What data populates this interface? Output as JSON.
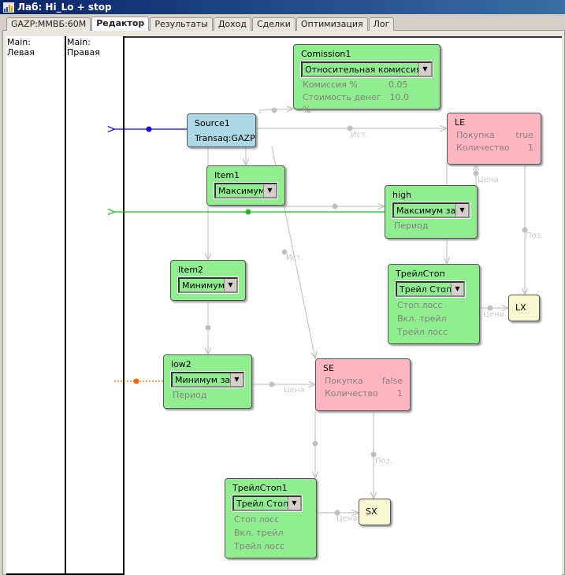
{
  "window": {
    "title": "Лаб: Hi_Lo + stop"
  },
  "tabs": [
    {
      "label": "GAZP:ММВБ:60M"
    },
    {
      "label": "Редактор",
      "active": true
    },
    {
      "label": "Результаты"
    },
    {
      "label": "Доход"
    },
    {
      "label": "Сделки"
    },
    {
      "label": "Оптимизация"
    },
    {
      "label": "Лог"
    }
  ],
  "panels": [
    {
      "line1": "Main:",
      "line2": "Левая"
    },
    {
      "line1": "Main:",
      "line2": "Правая"
    }
  ],
  "colors": {
    "green_node": "#90ee90",
    "source_node": "#add8e6",
    "order_node": "#ffb6c1",
    "exit_node": "#fafad2",
    "wire": "#c8c8c8",
    "blue_wire": "#0000ff",
    "green_wire": "#22bb22",
    "orange_wire": "#ff6600"
  },
  "nodes": {
    "comission": {
      "title": "Comission1",
      "select": "Относительная комиссия",
      "p1": "Комиссия %",
      "v1": "0.05",
      "p2": "Стоимость денег %",
      "v2": "10.0"
    },
    "source": {
      "title": "Source1",
      "sub": "Transaq:GAZP"
    },
    "le": {
      "title": "LE",
      "p1": "Покупка",
      "v1": "true",
      "p2": "Количество",
      "v2": "1"
    },
    "item1": {
      "title": "Item1",
      "select": "Максимум"
    },
    "high": {
      "title": "high",
      "select": "Максимум за",
      "p1": "Период"
    },
    "item2": {
      "title": "Item2",
      "select": "Минимум"
    },
    "trail": {
      "title": "ТрейлСтоп",
      "select": "Трейл Стоп",
      "p1": "Стоп лосс",
      "p2": "Вкл. трейл",
      "p3": "Трейл лосс"
    },
    "lx": {
      "title": "LX"
    },
    "low2": {
      "title": "low2",
      "select": "Минимум за",
      "p1": "Период"
    },
    "se": {
      "title": "SE",
      "p1": "Покупка",
      "v1": "false",
      "p2": "Количество",
      "v2": "1"
    },
    "trail1": {
      "title": "ТрейлСтоп1",
      "select": "Трейл Стоп",
      "p1": "Стоп лосс",
      "p2": "Вкл. трейл",
      "p3": "Трейл лосс"
    },
    "sx": {
      "title": "SX"
    }
  },
  "wire_labels": {
    "ist1": "Ист.",
    "ist2": "Ист.",
    "price_le": "Цена",
    "pos_lx": "Поз.",
    "price_lx": "Цена",
    "price_se": "Цена",
    "pos_sx": "Поз.",
    "price_sx": "Цена"
  }
}
